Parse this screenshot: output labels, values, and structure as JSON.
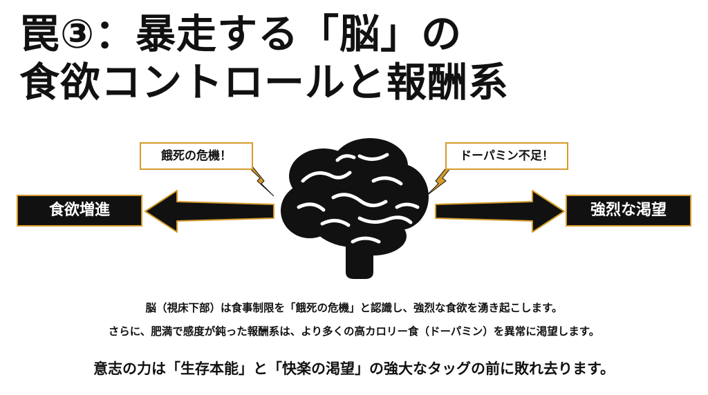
{
  "title": {
    "line1": "罠③：暴走する「脳」の",
    "line2": "食欲コントロールと報酬系"
  },
  "callouts": {
    "left": "餓死の危機！",
    "right": "ドーパミン不足！"
  },
  "labels": {
    "left": "食欲増進",
    "right": "強烈な渇望"
  },
  "body": {
    "line1": "脳（視床下部）は食事制限を「餓死の危機」と認識し、強烈な食欲を湧き起こします。",
    "line2": "さらに、肥満で感度が鈍った報酬系は、より多くの高カロリー食（ドーパミン）を異常に渇望します。",
    "conclusion": "意志の力は「生存本能」と「快楽の渇望」の強大なタッグの前に敗れ去ります。"
  },
  "icons": {
    "center": "brain-icon",
    "left_arrow": "arrow-left-icon",
    "right_arrow": "arrow-right-icon",
    "bolts": "lightning-bolt-icon"
  },
  "colors": {
    "accent": "#d49a2a",
    "ink": "#111111",
    "background": "#ffffff"
  }
}
